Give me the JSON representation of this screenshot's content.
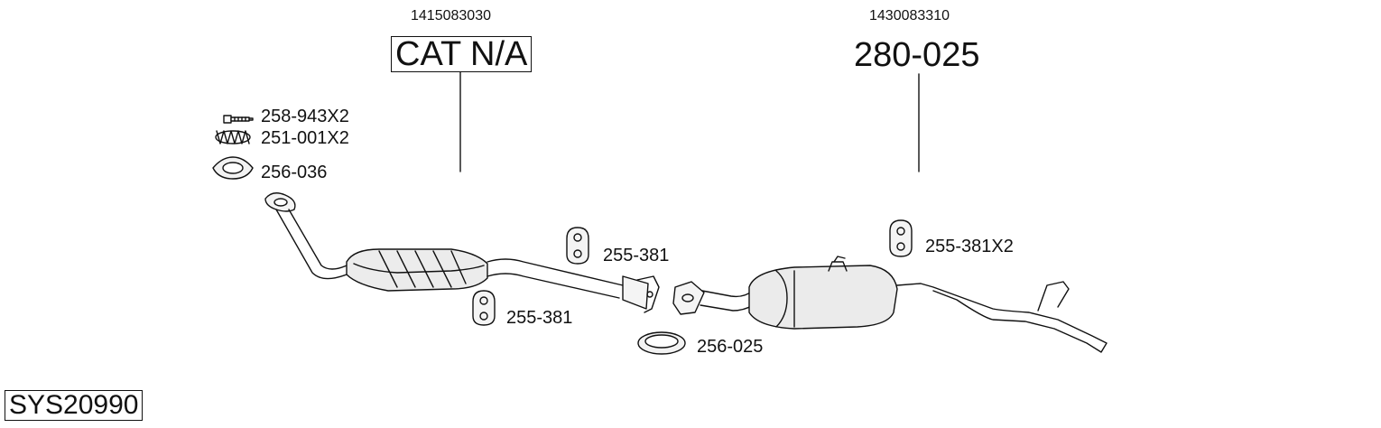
{
  "top_labels": {
    "left_partno": "1415083030",
    "right_partno": "1430083310",
    "cat_label": "CAT N/A",
    "muffler_label": "280-025"
  },
  "parts": {
    "bolt": "258-943X2",
    "spring": "251-001X2",
    "gasket_front": "256-036",
    "hanger_mid_upper": "255-381",
    "hanger_mid_lower": "255-381",
    "hanger_rear": "255-381X2",
    "gasket_mid": "256-025"
  },
  "system_id": "SYS20990"
}
